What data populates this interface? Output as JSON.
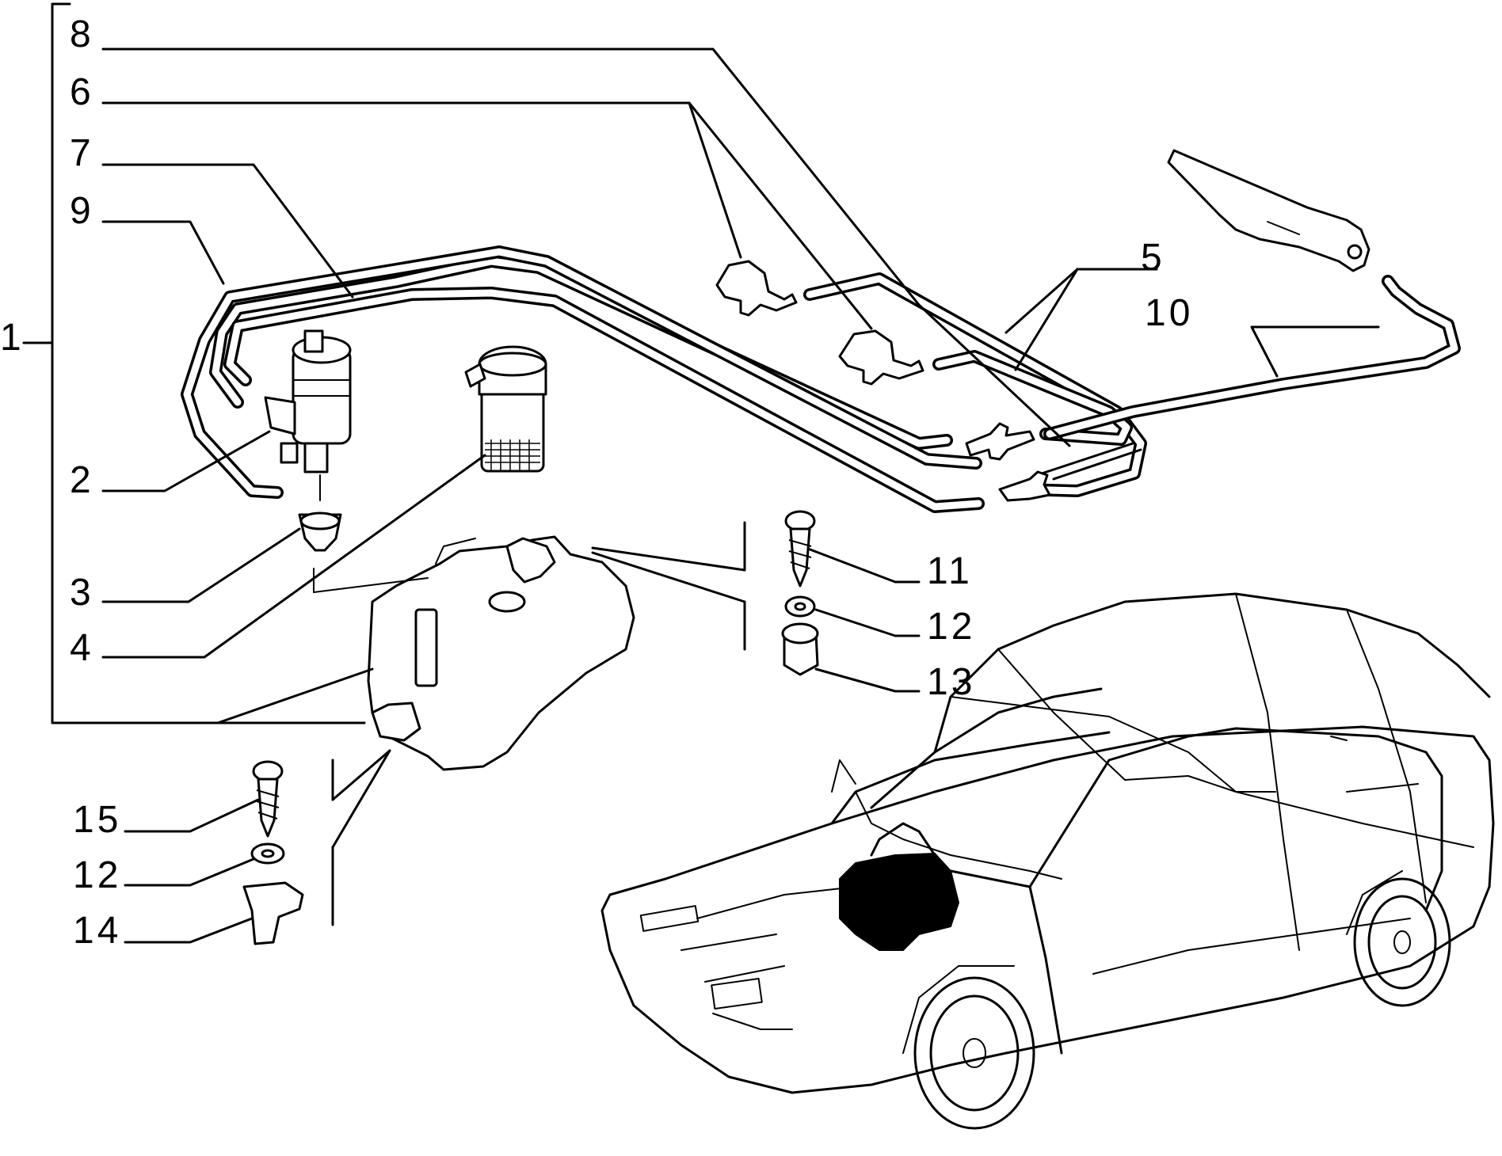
{
  "diagram": {
    "callouts": [
      {
        "id": "1",
        "label": "1"
      },
      {
        "id": "2",
        "label": "2"
      },
      {
        "id": "3",
        "label": "3"
      },
      {
        "id": "4",
        "label": "4"
      },
      {
        "id": "5",
        "label": "5"
      },
      {
        "id": "6",
        "label": "6"
      },
      {
        "id": "7",
        "label": "7"
      },
      {
        "id": "8",
        "label": "8"
      },
      {
        "id": "9",
        "label": "9"
      },
      {
        "id": "10",
        "label": "10"
      },
      {
        "id": "11",
        "label": "11"
      },
      {
        "id": "12a",
        "label": "12"
      },
      {
        "id": "13",
        "label": "13"
      },
      {
        "id": "15",
        "label": "15"
      },
      {
        "id": "12b",
        "label": "12"
      },
      {
        "id": "14",
        "label": "14"
      }
    ],
    "colors": {
      "ink": "#000000",
      "paper": "#ffffff"
    }
  }
}
